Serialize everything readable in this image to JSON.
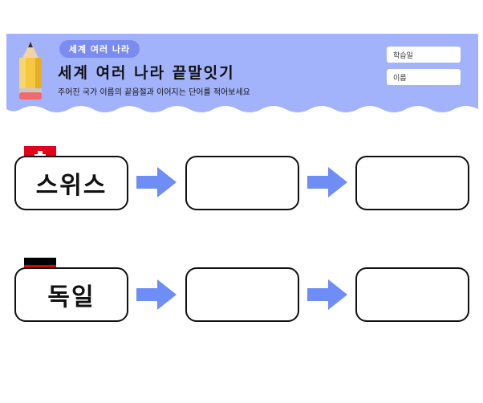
{
  "header": {
    "badge": "세계 여러 나라",
    "title": "세계 여러 나라 끝말잇기",
    "instruction": "주어진 국가 이름의 끝음절과 이어지는 단어를 적어보세요",
    "fields": [
      {
        "label": "학습일"
      },
      {
        "label": "이름"
      }
    ]
  },
  "rows": [
    {
      "country": "스위스",
      "flag": "switzerland-flag-icon",
      "answers": [
        "",
        ""
      ]
    },
    {
      "country": "독일",
      "flag": "germany-flag-icon",
      "answers": [
        "",
        ""
      ]
    }
  ],
  "colors": {
    "header_bg": "#a3b3fb",
    "badge_bg": "#7b8cf0",
    "arrow": "#6e8ef5",
    "swiss_red": "#e3001b",
    "german_black": "#000000",
    "german_red": "#dd0000",
    "german_gold": "#ffce00"
  }
}
